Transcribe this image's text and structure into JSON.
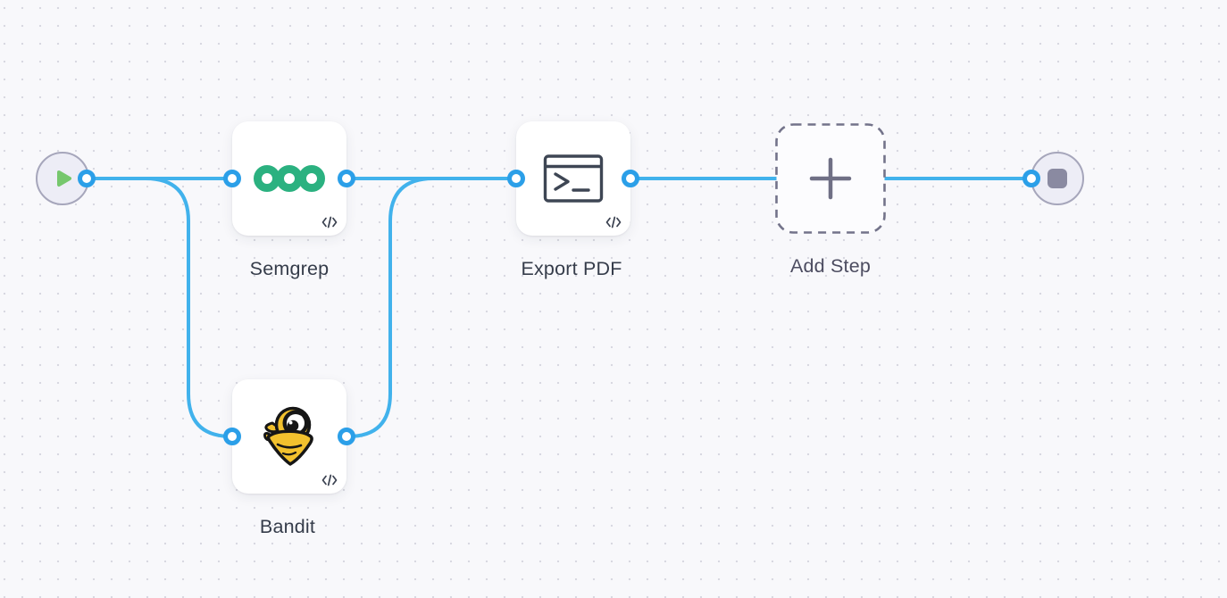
{
  "canvas": {
    "type": "workflow-editor",
    "background": "#F8F8FB",
    "dot_color": "#D8D8E1"
  },
  "colors": {
    "edge_blue": "#41B2EC",
    "connector_blue": "#2B9FE8",
    "semgrep_green": "#2BB180",
    "bandit_yellow": "#F2C12E",
    "play_green": "#76C76D",
    "endpoint_gray": "#8A8AA1",
    "endpoint_fill": "#EDEDF6",
    "dashed_border_gray": "#73738A",
    "label_color": "#353C4A"
  },
  "nodes": {
    "start": {
      "icon": "play-icon",
      "shape": "circle"
    },
    "semgrep": {
      "label": "Semgrep",
      "icon": "semgrep-logo",
      "badge_icon": "code-icon"
    },
    "bandit": {
      "label": "Bandit",
      "icon": "bandit-logo",
      "badge_icon": "code-icon"
    },
    "export_pdf": {
      "label": "Export PDF",
      "icon": "terminal-icon",
      "badge_icon": "code-icon"
    },
    "add_step": {
      "label": "Add Step",
      "icon": "plus-icon",
      "style": "dashed"
    },
    "end": {
      "icon": "stop-icon",
      "shape": "circle"
    }
  },
  "edges": [
    {
      "from": "start",
      "to": "semgrep"
    },
    {
      "from": "start",
      "to": "bandit"
    },
    {
      "from": "semgrep",
      "to": "export_pdf"
    },
    {
      "from": "bandit",
      "to": "export_pdf"
    },
    {
      "from": "export_pdf",
      "to": "end"
    }
  ]
}
